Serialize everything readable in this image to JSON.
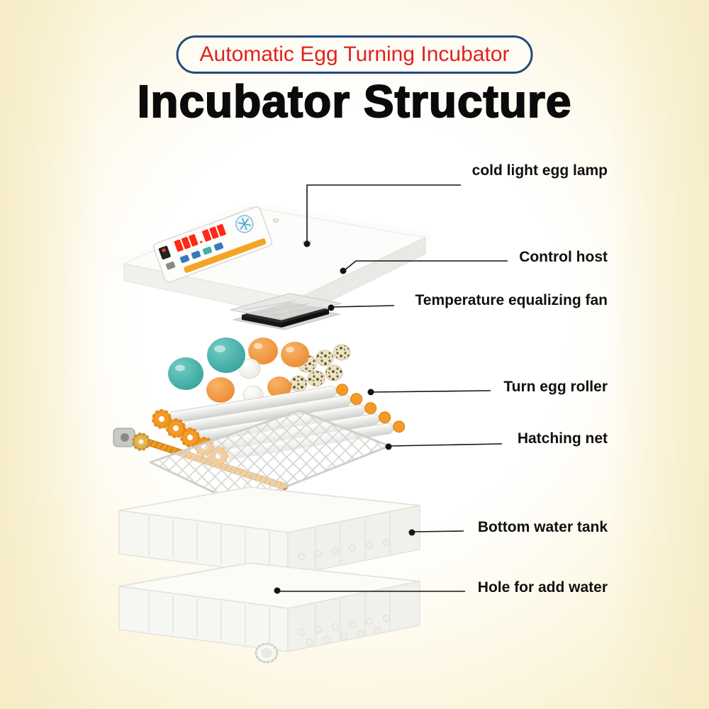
{
  "badge": {
    "text": "Automatic Egg Turning Incubator"
  },
  "title": "Incubator Structure",
  "callouts": [
    {
      "id": "egg-lamp",
      "text": "cold light egg lamp"
    },
    {
      "id": "control-host",
      "text": "Control host"
    },
    {
      "id": "equalizing-fan",
      "text": "Temperature equalizing fan"
    },
    {
      "id": "turn-egg-roller",
      "text": "Turn egg roller"
    },
    {
      "id": "hatching-net",
      "text": "Hatching net"
    },
    {
      "id": "bottom-water-tank",
      "text": "Bottom water tank"
    },
    {
      "id": "hole-add-water",
      "text": "Hole for add water"
    }
  ],
  "colors": {
    "badge_border": "#24497c",
    "badge_text": "#e0231c",
    "title": "#0a0a0a",
    "label": "#101010",
    "leader_line": "#141414",
    "accent_orange": "#f5a426",
    "egg_teal": "#2fa19b",
    "egg_orange": "#ef8f35",
    "background_warm": "#f6edc6"
  }
}
